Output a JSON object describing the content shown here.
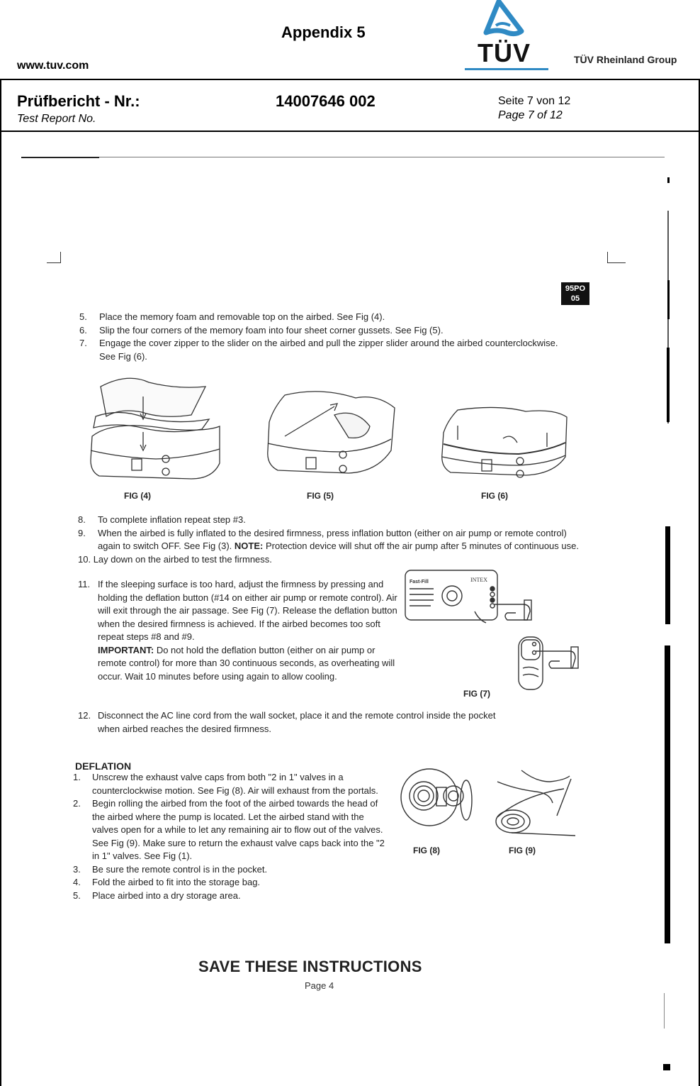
{
  "header": {
    "url": "www.tuv.com",
    "appendix": "Appendix 5",
    "logo_word": "TÜV",
    "group_name": "TÜV Rheinland Group",
    "brand_color": "#2f8ac4",
    "report_label": "Prüfbericht - Nr.:",
    "report_label_en": "Test Report No.",
    "report_number": "14007646 002",
    "page_de": "Seite 7 von 12",
    "page_en": "Page 7 of 12"
  },
  "scan": {
    "badge_line1": "95PO",
    "badge_line2": "05",
    "steps_a": [
      {
        "num": "5.",
        "text": "Place the memory foam and removable top on the airbed. See Fig (4)."
      },
      {
        "num": "6.",
        "text": "Slip the four corners of the memory foam into four sheet corner gussets. See Fig (5)."
      },
      {
        "num": "7.",
        "text": "Engage the cover zipper to the slider on the airbed and pull the zipper slider around the airbed counterclockwise. See Fig (6)."
      }
    ],
    "figures_row1": [
      {
        "label": "FIG (4)"
      },
      {
        "label": "FIG (5)"
      },
      {
        "label": "FIG (6)"
      }
    ],
    "step8": {
      "num": "8.",
      "text": "To complete inflation repeat step #3."
    },
    "step9": {
      "num": "9.",
      "text_before": "When the airbed is fully inflated to the desired firmness, press inflation button (either on air pump or remote control) again to switch OFF. See Fig (3). ",
      "note_label": "NOTE:",
      "text_after": " Protection device will shut off the air pump after 5 minutes of continuous use."
    },
    "step10": {
      "num": "10.",
      "text": "Lay down on the airbed to test the firmness."
    },
    "step11": {
      "num": "11.",
      "text": "If the sleeping surface is too hard, adjust the firmness by pressing and holding the deflation button (#14 on either air pump or remote control). Air will exit through the air passage. See Fig (7). Release the deflation button when the desired firmness is achieved. If the airbed becomes too soft repeat steps #8 and #9.",
      "important_label": "IMPORTANT:",
      "important_text": " Do not hold the deflation button (either on air pump or remote control) for more than 30 continuous seconds, as overheating will occur. Wait 10 minutes before using again to allow cooling."
    },
    "step12": {
      "num": "12.",
      "text": "Disconnect the AC line cord from the wall socket, place it and the remote control inside the pocket when airbed reaches the desired firmness."
    },
    "fig7": {
      "label": "FIG (7)",
      "pump_brand": "INTEX",
      "pump_model": "Fast-Fill"
    },
    "deflation": {
      "title": "DEFLATION",
      "steps": [
        {
          "num": "1.",
          "text": "Unscrew the exhaust valve caps from both \"2 in 1\" valves in a counterclockwise motion. See Fig (8). Air will exhaust from the portals."
        },
        {
          "num": "2.",
          "text": "Begin rolling the airbed from the foot of the airbed towards the head of the airbed where the pump is located. Let the airbed stand with the valves open for a while to let any remaining air to flow out of the valves. See Fig (9). Make sure to return the exhaust valve caps back into the \"2 in 1\" valves. See Fig (1)."
        },
        {
          "num": "3.",
          "text": "Be sure the remote control is in the pocket."
        },
        {
          "num": "4.",
          "text": "Fold the airbed to fit into the storage bag."
        },
        {
          "num": "5.",
          "text": "Place airbed into a dry storage area."
        }
      ],
      "fig8": "FIG (8)",
      "fig9": "FIG (9)"
    },
    "footer_title": "SAVE THESE INSTRUCTIONS",
    "footer_page": "Page 4"
  }
}
